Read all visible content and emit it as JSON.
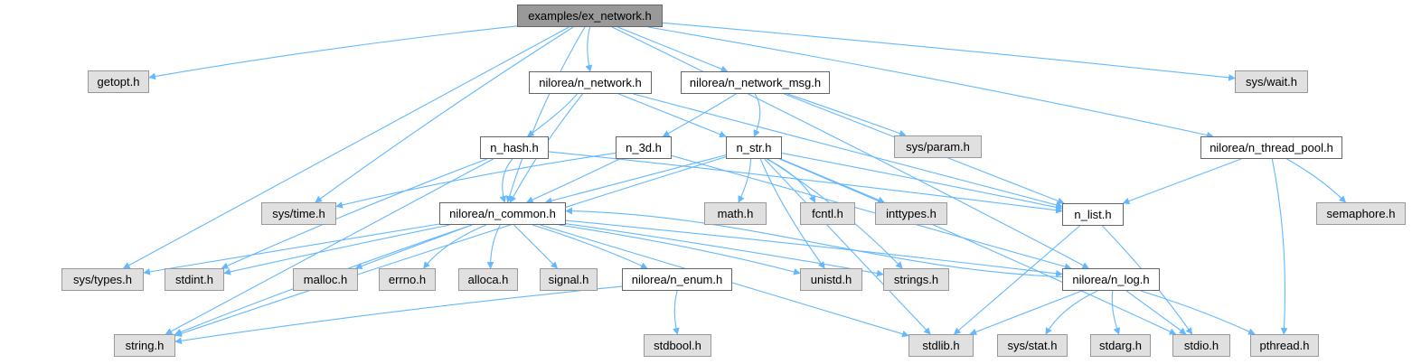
{
  "graph": {
    "title": "examples/ex_network.h",
    "edge_color": "#63b8ff",
    "nodes": {
      "root": "examples/ex_network.h",
      "getopt": "getopt.h",
      "n_network": "nilorea/n_network.h",
      "n_network_msg": "nilorea/n_network_msg.h",
      "sys_wait": "sys/wait.h",
      "n_hash": "n_hash.h",
      "n_3d": "n_3d.h",
      "n_str": "n_str.h",
      "sys_param": "sys/param.h",
      "n_thread_pool": "nilorea/n_thread_pool.h",
      "sys_time": "sys/time.h",
      "n_common": "nilorea/n_common.h",
      "math": "math.h",
      "fcntl": "fcntl.h",
      "inttypes": "inttypes.h",
      "n_list": "n_list.h",
      "semaphore": "semaphore.h",
      "sys_types": "sys/types.h",
      "stdint": "stdint.h",
      "malloc": "malloc.h",
      "errno": "errno.h",
      "alloca": "alloca.h",
      "signal": "signal.h",
      "n_enum": "nilorea/n_enum.h",
      "unistd": "unistd.h",
      "strings": "strings.h",
      "n_log": "nilorea/n_log.h",
      "string": "string.h",
      "stdbool": "stdbool.h",
      "stdlib": "stdlib.h",
      "sys_stat": "sys/stat.h",
      "stdarg": "stdarg.h",
      "stdio": "stdio.h",
      "pthread": "pthread.h"
    }
  }
}
